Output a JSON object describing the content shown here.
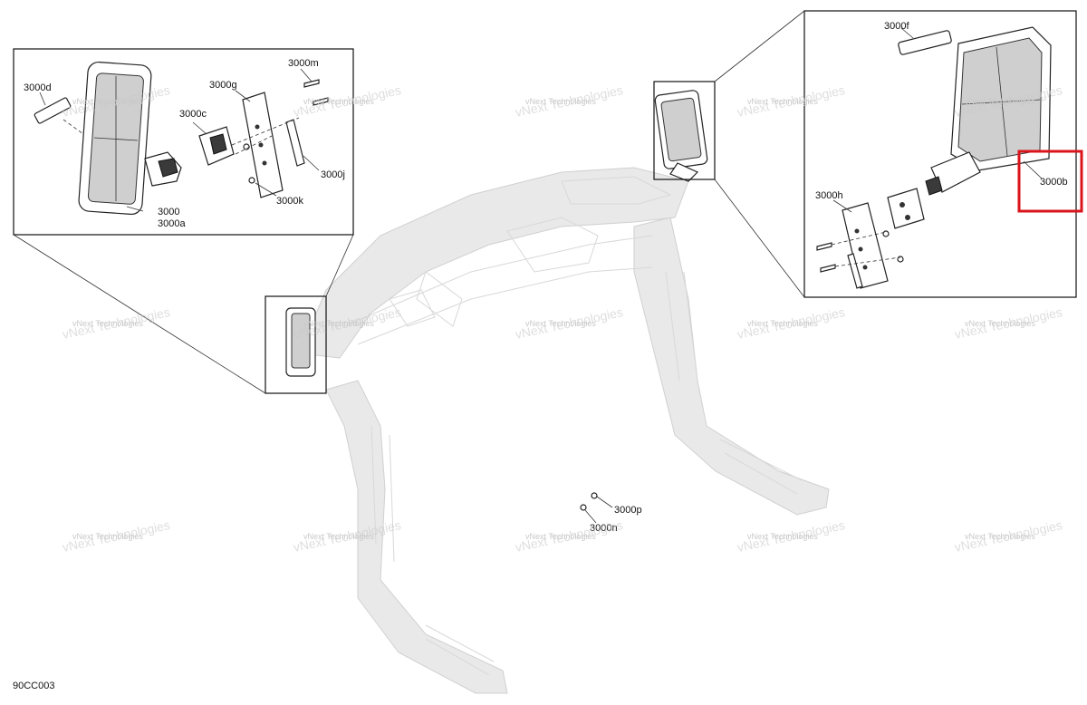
{
  "diagram_code": "90CC003",
  "watermark_text": "vNext Technologies",
  "left_callout": {
    "labels": [
      "3000d",
      "3000c",
      "3000g",
      "3000m",
      "3000j",
      "3000k",
      "3000",
      "3000a"
    ]
  },
  "right_callout": {
    "labels": [
      "3000f",
      "3000h",
      "3000b"
    ],
    "highlighted_label": "3000b"
  },
  "main_labels": [
    "3000p",
    "3000n"
  ],
  "colors": {
    "highlight": "#d9151b",
    "line": "#222222",
    "frame": "#d0d0d0"
  }
}
